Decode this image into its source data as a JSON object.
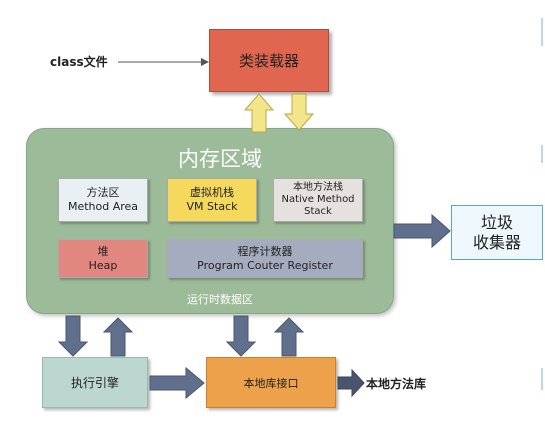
{
  "diagram": {
    "class_file": "class文件",
    "class_loader": "类装载器",
    "memory_area": {
      "title": "内存区域",
      "runtime_data_area": "运行时数据区",
      "method_area": {
        "cn": "方法区",
        "en": "Method Area"
      },
      "vm_stack": {
        "cn": "虚拟机栈",
        "en": "VM Stack"
      },
      "native_method_stack": {
        "cn": "本地方法栈",
        "en_line1": "Native Method",
        "en_line2": "Stack"
      },
      "heap": {
        "cn": "堆",
        "en": "Heap"
      },
      "program_counter": {
        "cn": "程序计数器",
        "en": "Program Couter Register"
      }
    },
    "garbage_collector": {
      "line1": "垃圾",
      "line2": "收集器"
    },
    "execution_engine": "执行引擎",
    "native_interface": "本地库接口",
    "native_method_library": "本地方法库"
  },
  "colors": {
    "memory_area": "#9cbb98",
    "class_loader": "#e06650",
    "vm_stack": "#f5d95c",
    "heap": "#e28680",
    "pc_register": "#a5acc0",
    "native_interface": "#eca14a",
    "execution_engine": "#bcd6d0",
    "arrow_blue": "#5f6f8c",
    "arrow_yellow": "#f3e68a"
  }
}
